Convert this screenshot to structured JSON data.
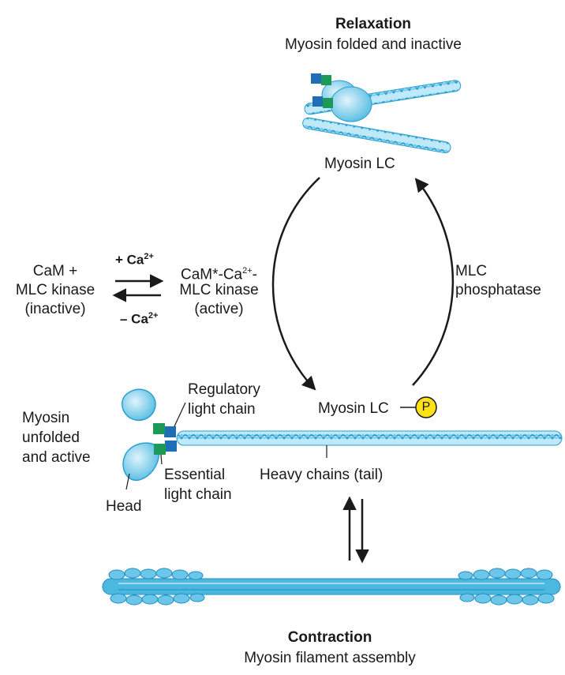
{
  "relaxation": {
    "title": "Relaxation",
    "subtitle": "Myosin folded and inactive"
  },
  "contraction": {
    "title": "Contraction",
    "subtitle": "Myosin filament assembly"
  },
  "cycle": {
    "top_label": "Myosin LC",
    "bottom_label": "Myosin LC",
    "phosphate": "P",
    "phosphatase_line1": "MLC",
    "phosphatase_line2": "phosphatase"
  },
  "equilibrium": {
    "left_line1": "CaM +",
    "left_line2": "MLC kinase",
    "left_line3": "(inactive)",
    "right_line1_prefix": "CaM*-Ca",
    "right_line1_sup": "2+",
    "right_line1_suffix": "-",
    "right_line2": "MLC kinase",
    "right_line3": "(active)",
    "plus_ion": "+ Ca",
    "minus_ion": "– Ca",
    "ion_charge": "2+"
  },
  "myosin": {
    "state_line1": "Myosin",
    "state_line2": "unfolded",
    "state_line3": "and active",
    "regulatory_line1": "Regulatory",
    "regulatory_line2": "light chain",
    "essential_line1": "Essential",
    "essential_line2": "light chain",
    "head": "Head",
    "heavy_chains": "Heavy chains (tail)"
  },
  "colors": {
    "myosin_blue": "#4cb8e0",
    "myosin_light": "#a6dcf2",
    "regulatory_chain": "#1f6fb6",
    "essential_chain": "#1d9a57",
    "phosphate_fill": "#ffe11a",
    "arrow": "#1a1a1a"
  }
}
